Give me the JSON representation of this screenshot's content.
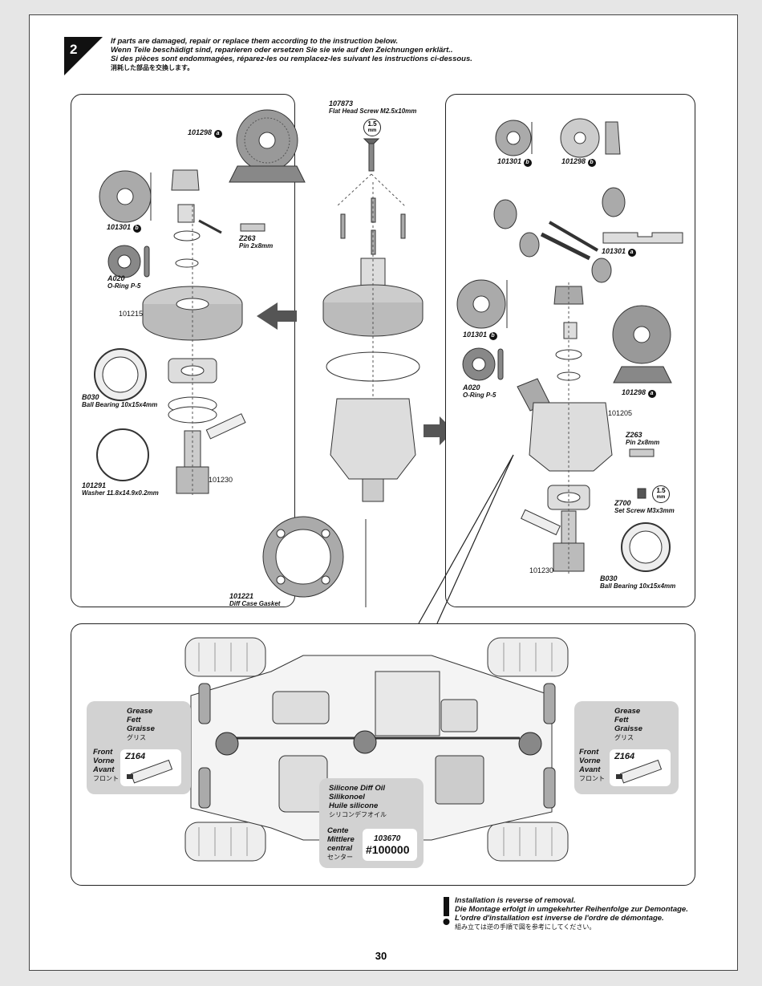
{
  "step": {
    "number": "2",
    "lines": [
      "If parts are damaged, repair or replace them according to the instruction below.",
      "Wenn Teile beschädigt sind, reparieren oder ersetzen Sie sie wie auf den Zeichnungen erklärt..",
      "Si des pièces sont endommagées, réparez-les ou remplacez-les suivant les instructions ci-dessous.",
      "消耗した部品を交換します。"
    ]
  },
  "left_panel": {
    "p101298": "101298",
    "p101298_badge": "a",
    "p101301": "101301",
    "p101301_badge": "b",
    "z263_code": "Z263",
    "z263_desc": "Pin 2x8mm",
    "a020_code": "A020",
    "a020_desc": "O-Ring P-5",
    "p101215": "101215",
    "b030_code": "B030",
    "b030_desc": "Ball Bearing 10x15x4mm",
    "p101291_code": "101291",
    "p101291_desc": "Washer 11.8x14.9x0.2mm",
    "p101230": "101230"
  },
  "center": {
    "p107873_code": "107873",
    "p107873_desc": "Flat Head Screw M2.5x10mm",
    "hex_size": "1.5",
    "hex_unit": "mm",
    "p101221_code": "101221",
    "p101221_desc": "Diff Case Gasket"
  },
  "right_panel": {
    "p101301_a": "101301",
    "p101301_a_badge": "b",
    "p101298_a": "101298",
    "p101298_a_badge": "b",
    "p101301_b": "101301",
    "p101301_b_badge": "a",
    "p101301_c": "101301",
    "p101301_c_badge": "b",
    "a020_code": "A020",
    "a020_desc": "O-Ring P-5",
    "p101298_b": "101298",
    "p101298_b_badge": "a",
    "p101205": "101205",
    "z263_code": "Z263",
    "z263_desc": "Pin 2x8mm",
    "z700_code": "Z700",
    "z700_desc": "Set Screw M3x3mm",
    "hex_size": "1.5",
    "hex_unit": "mm",
    "p101230": "101230",
    "b030_code": "B030",
    "b030_desc": "Ball Bearing 10x15x4mm"
  },
  "chassis": {
    "left_grease": [
      "Grease",
      "Fett",
      "Graisse",
      "グリス"
    ],
    "left_position": [
      "Front",
      "Vorne",
      "Avant",
      "フロント"
    ],
    "left_code": "Z164",
    "right_grease": [
      "Grease",
      "Fett",
      "Graisse",
      "グリス"
    ],
    "right_position": [
      "Front",
      "Vorne",
      "Avant",
      "フロント"
    ],
    "right_code": "Z164",
    "center_oil": [
      "Silicone Diff Oil",
      "Silikonoel",
      "Huile silicone",
      "シリコンデフオイル"
    ],
    "center_position": [
      "Cente",
      "Mittlere",
      "central",
      "センター"
    ],
    "center_code": "103670",
    "center_value": "#100000"
  },
  "footer": {
    "lines": [
      "Installation is reverse of removal.",
      "Die Montage erfolgt in umgekehrter Reihenfolge zur Demontage.",
      "L'ordre d'installation est inverse de l'ordre de démontage.",
      "組み立ては逆の手順で図を参考にしてください。"
    ],
    "page_number": "30"
  }
}
